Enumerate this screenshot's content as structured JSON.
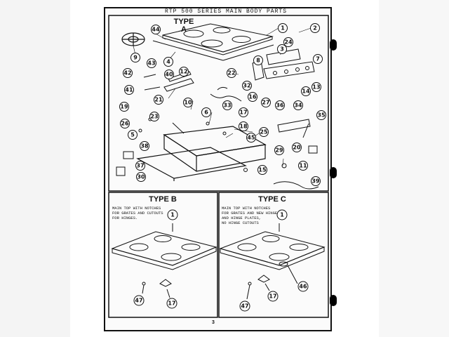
{
  "header": {
    "title": "RTP 500 SERIES MAIN BODY PARTS"
  },
  "panel_a": {
    "type_label": "TYPE",
    "type_letter": "A",
    "callouts": [
      "44",
      "1",
      "2",
      "9",
      "24",
      "3",
      "7",
      "43",
      "4",
      "8",
      "42",
      "40",
      "12",
      "22",
      "13",
      "41",
      "32",
      "14",
      "21",
      "26",
      "27",
      "36",
      "19",
      "33",
      "16",
      "34",
      "23",
      "10",
      "6",
      "17",
      "35",
      "5",
      "18",
      "25",
      "45",
      "38",
      "20",
      "29",
      "30",
      "37",
      "11",
      "15",
      "39"
    ]
  },
  "panel_b": {
    "type_label": "TYPE B",
    "note": [
      "MAIN TOP WITH NOTCHES",
      "FOR GRATES AND CUTOUTS",
      "FOR HINGES."
    ],
    "callouts": [
      "1",
      "47",
      "17"
    ]
  },
  "panel_c": {
    "type_label": "TYPE C",
    "note": [
      "MAIN TOP WITH NOTCHES",
      "FOR GRATES AND NEW HINGES",
      "AND HINGE PLATES,",
      "NO HINGE CUTOUTS"
    ],
    "callouts": [
      "1",
      "46",
      "47",
      "17"
    ]
  },
  "page_number": "3"
}
